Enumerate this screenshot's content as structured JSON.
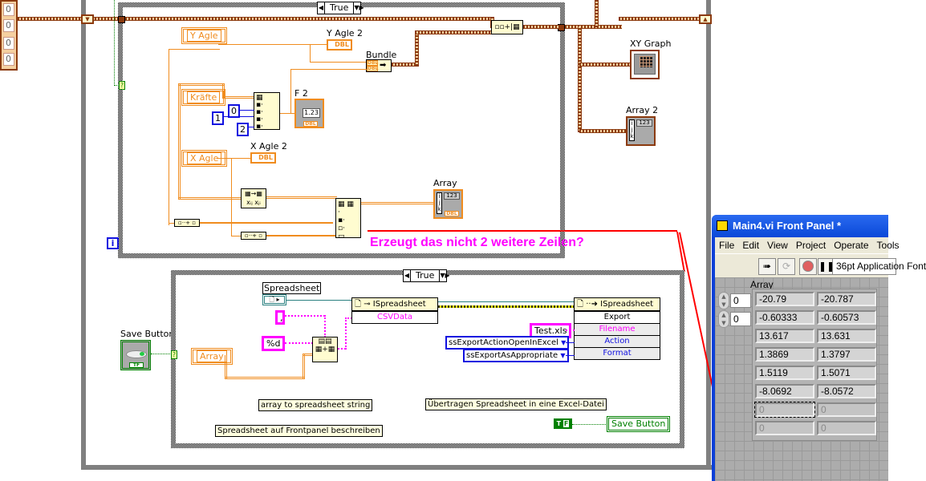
{
  "block_diagram": {
    "left_array_values": [
      "0",
      "0",
      "0",
      "0"
    ],
    "outer_case_selector": "True",
    "inner_case_selector": "True",
    "iteration_terminal": "i",
    "case_condition_terminal": "?",
    "controls": {
      "y_agle": "Y Agle",
      "kraefte": "Kräfte",
      "x_agle": "X Agle",
      "array": "Array"
    },
    "indicators": {
      "y_agle_2": "Y Agle 2",
      "f2": "F 2",
      "x_agle_2": "X Agle 2",
      "array": "Array",
      "xy_graph": "XY Graph",
      "array_2": "Array 2",
      "bundle": "Bundle",
      "save_button": "Save Button"
    },
    "type_tags": {
      "dbl": "DBL",
      "num": "1.23",
      "int": "123",
      "tf": "TF"
    },
    "constants": {
      "zero": "0",
      "one": "1",
      "two": "2",
      "comma": ",",
      "format": "%d",
      "filename": "Test.xls",
      "action": "ssExportActionOpenInExcel",
      "format_enum": "ssExportAsAppropriate",
      "false_const": "F"
    },
    "spreadsheet_label": "Spreadsheet",
    "property_node_1": {
      "header": "ISpreadsheet",
      "rows": [
        "CSVData"
      ]
    },
    "invoke_node": {
      "header": "ISpreadsheet",
      "method": "Export",
      "rows": [
        "Filename",
        "Action",
        "Format"
      ]
    },
    "comments": {
      "array_to_spreadsheet": "array to spreadsheet string",
      "uebertragen": "Übertragen Spreadsheet in eine Excel-Datei",
      "frontpanel": "Spreadsheet auf Frontpanel beschreiben"
    },
    "local_variable": "Save Button",
    "annotation": "Erzeugt das nicht 2 weitere Zeilen?"
  },
  "front_panel": {
    "title": "Main4.vi Front Panel *",
    "menu": [
      "File",
      "Edit",
      "View",
      "Project",
      "Operate",
      "Tools"
    ],
    "font_selector": "36pt Application Font",
    "array_label": "Array",
    "index_values": [
      "0",
      "0"
    ],
    "rows": [
      [
        "-20.79",
        "-20.787"
      ],
      [
        "-0.60333",
        "-0.60573"
      ],
      [
        "13.617",
        "13.631"
      ],
      [
        "1.3869",
        "1.3797"
      ],
      [
        "1.5119",
        "1.5071"
      ],
      [
        "-8.0692",
        "-8.0572"
      ],
      [
        "0",
        "0"
      ],
      [
        "0",
        "0"
      ]
    ],
    "colors": {
      "title_bar": "#0a48d8",
      "panel_bg": "#acacac"
    }
  },
  "colors": {
    "dbl_wire": "#f08c1e",
    "cluster_wire": "#8b3a0e",
    "int_wire": "#1010e0",
    "string_wire": "#ff00ff",
    "bool_wire": "#008000",
    "refnum_wire": "#2a8080",
    "annotation": "#ff00ff",
    "arrow": "#ff0000"
  }
}
